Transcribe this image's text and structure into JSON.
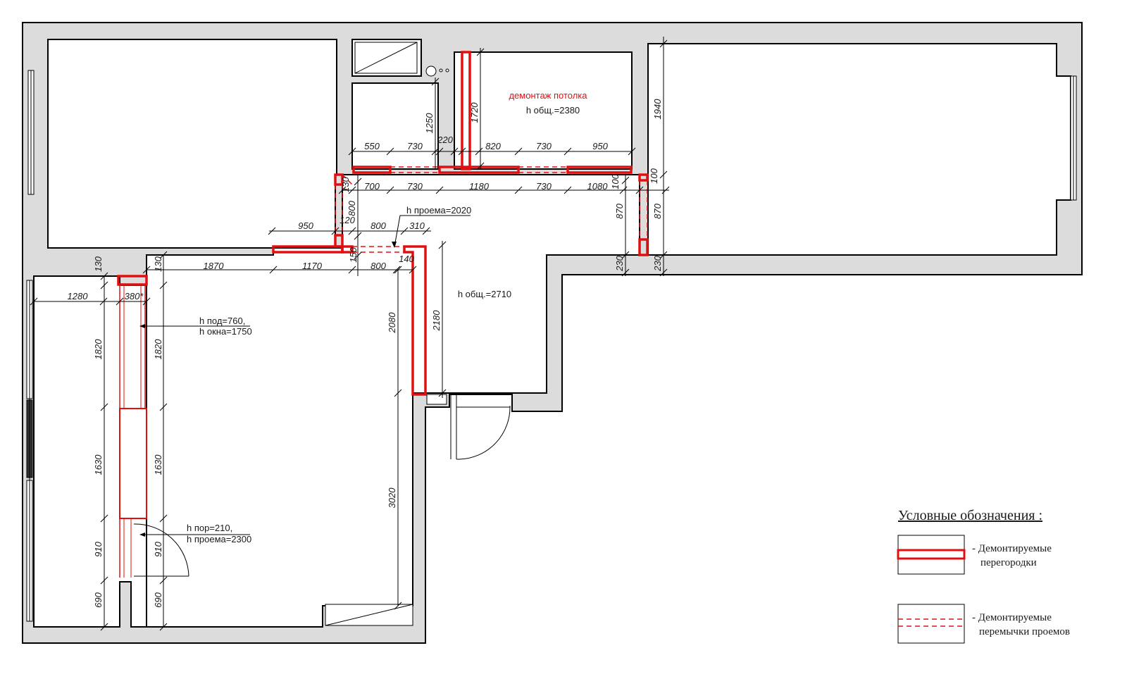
{
  "notes": {
    "ceiling_removal": "демонтаж потолка",
    "h_total_2380": "h общ.=2380",
    "h_total_2710": "h общ.=2710",
    "h_opening_2020": "h проема=2020",
    "h_sill_760": "h под=760,",
    "h_window_1750": "h окна=1750",
    "h_threshold_210": "h пор=210,",
    "h_opening_2300": "h проема=2300"
  },
  "dimensions": {
    "top_row": [
      "550",
      "730",
      "220",
      "820",
      "730",
      "950"
    ],
    "mid_row": [
      "130",
      "700",
      "730",
      "1180",
      "730",
      "1080",
      "100",
      "100"
    ],
    "row3": [
      "950",
      "120",
      "800",
      "310"
    ],
    "row4": [
      "1870",
      "1170",
      "150",
      "800",
      "140"
    ],
    "left_h": [
      "130",
      "130",
      "1280",
      "380*"
    ],
    "vertical": [
      "1250",
      "1720",
      "1940",
      "800",
      "870",
      "870",
      "230",
      "230",
      "2080",
      "2180",
      "3020",
      "1820",
      "1820",
      "1630",
      "1630",
      "910",
      "910",
      "690",
      "690"
    ]
  },
  "legend": {
    "title": "Условные обозначения :",
    "item1_line1": "- Демонтируемые",
    "item1_line2": "перегородки",
    "item2_line1": "- Демонтируемые",
    "item2_line2": "перемычки проемов"
  },
  "colors": {
    "wall_fill": "#dcdcdc",
    "demolition_red": "#e01010"
  }
}
